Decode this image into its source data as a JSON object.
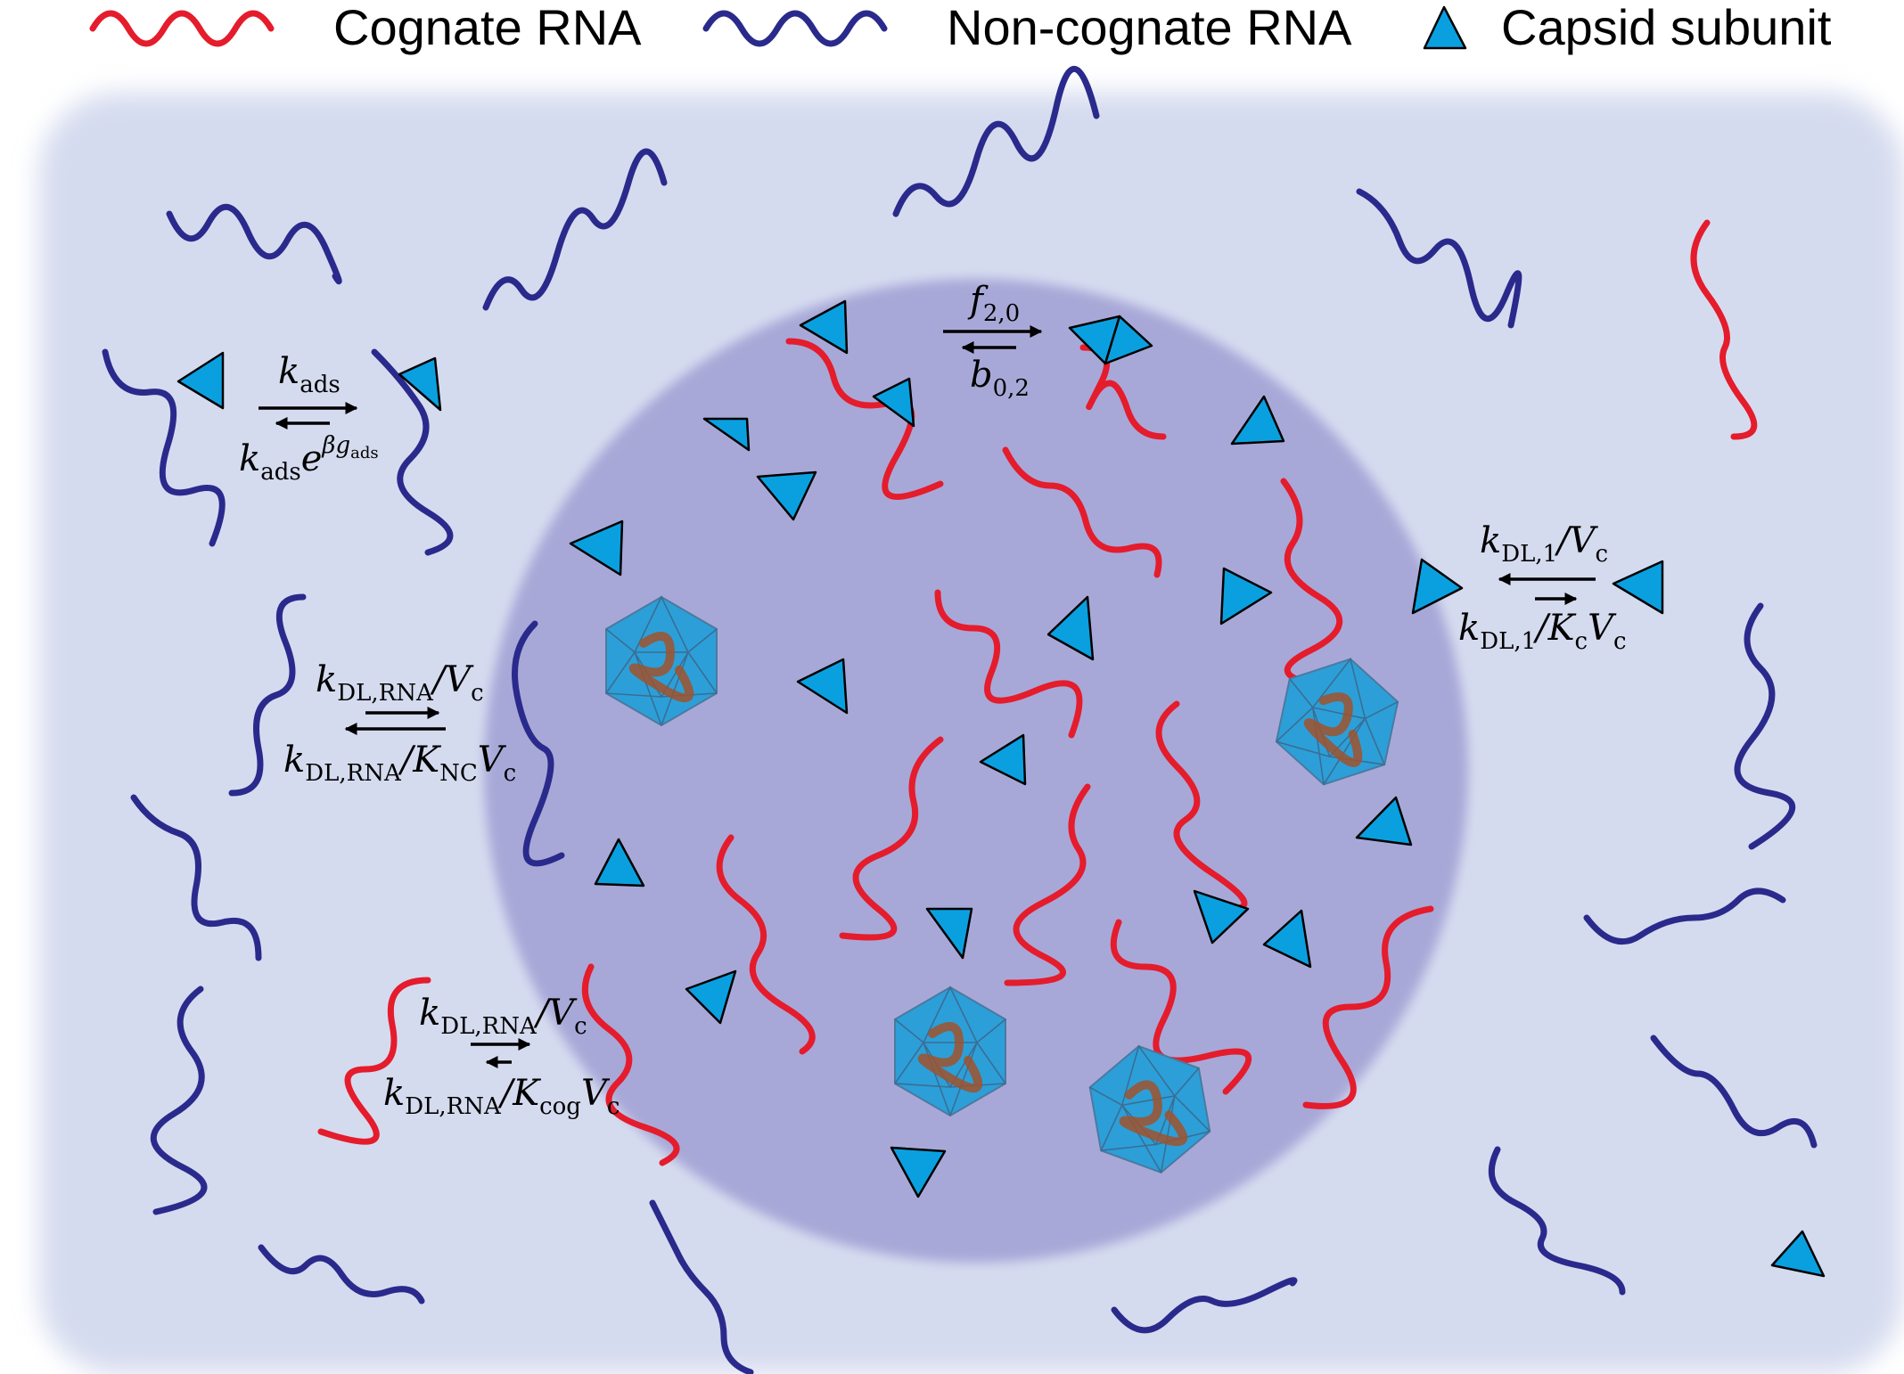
{
  "legend": {
    "cognate_label": "Cognate RNA",
    "noncognate_label": "Non-cognate RNA",
    "subunit_label": "Capsid subunit"
  },
  "colors": {
    "cognate_rna": "#e41c2c",
    "noncognate_rna": "#2a2a8c",
    "capsid_subunit": "#0aa0e0",
    "outer_region": "#d5dbef",
    "condensate": "#a8a8d8",
    "capsid_rna": "#a0522d"
  },
  "rates": {
    "adsorption": {
      "forward": {
        "main": "k",
        "sub": "ads",
        "tail_main": "",
        "tail_sub": ""
      },
      "backward": {
        "main": "k",
        "sub": "ads",
        "tail_main": "e",
        "exponent": "βg",
        "exponent_sub": "ads"
      }
    },
    "dimerization": {
      "forward": {
        "main": "f",
        "sub": "2,0"
      },
      "backward": {
        "main": "b",
        "sub": "0,2"
      }
    },
    "subunit_partition": {
      "forward": {
        "main": "k",
        "sub": "DL,1",
        "tail": "/V",
        "tail_sub": "c"
      },
      "backward": {
        "main": "k",
        "sub": "DL,1",
        "tail": "/K",
        "tail_sub": "c",
        "tail2": "V",
        "tail2_sub": "c"
      }
    },
    "noncognate_partition": {
      "forward": {
        "main": "k",
        "sub": "DL,RNA",
        "tail": "/V",
        "tail_sub": "c"
      },
      "backward": {
        "main": "k",
        "sub": "DL,RNA",
        "tail": "/K",
        "tail_sub": "NC",
        "tail2": "V",
        "tail2_sub": "c"
      }
    },
    "cognate_partition": {
      "forward": {
        "main": "k",
        "sub": "DL,RNA",
        "tail": "/V",
        "tail_sub": "c"
      },
      "backward": {
        "main": "k",
        "sub": "DL,RNA",
        "tail": "/K",
        "tail_sub": "cog",
        "tail2": "V",
        "tail2_sub": "c"
      }
    }
  }
}
